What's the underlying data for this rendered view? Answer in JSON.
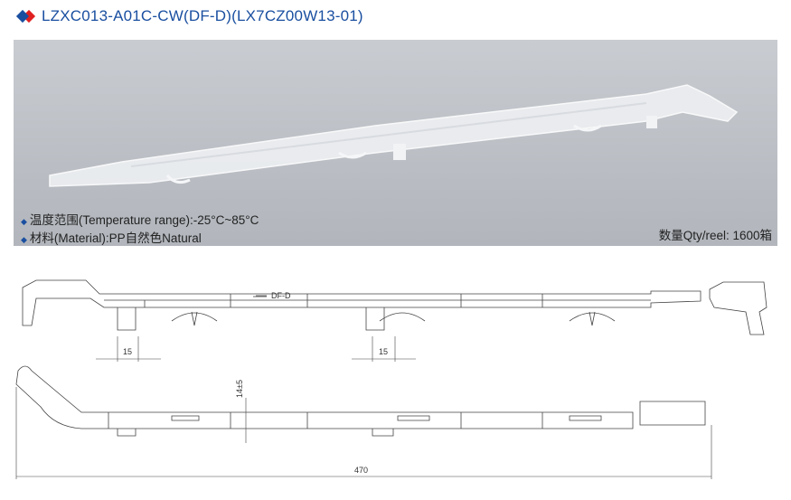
{
  "header": {
    "title": "LZXC013-A01C-CW(DF-D)(LX7CZ00W13-01)",
    "logo_colors": [
      "#1a4fa0",
      "#e02020"
    ]
  },
  "photo": {
    "temperature": "温度范围(Temperature range):-25°C~85°C",
    "material": "材料(Material):PP自然色Natural",
    "quantity": "数量Qty/reel:  1600箱"
  },
  "drawing": {
    "marking": "DF-D",
    "dim_clip_width_1": "15",
    "dim_clip_width_2": "15",
    "dim_height": "14±5",
    "dim_length": "470"
  }
}
